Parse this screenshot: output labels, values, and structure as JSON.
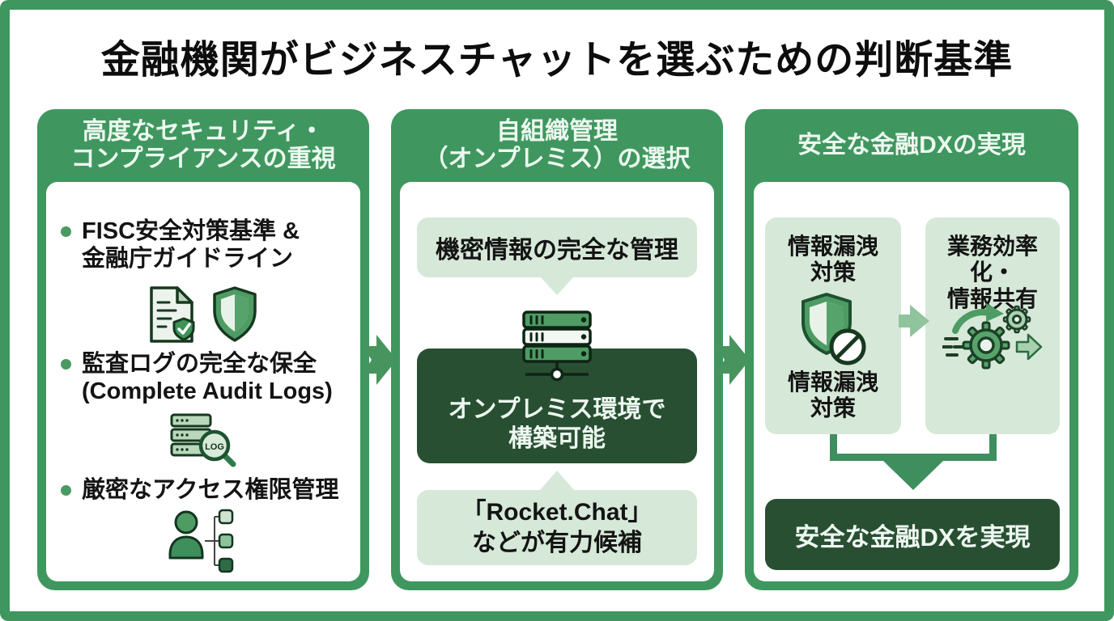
{
  "title": "金融機関がビジネスチャットを選ぶための判断基準",
  "palette": {
    "frame_green": "#3F975F",
    "dark_green": "#294F33",
    "light_green": "#D6E8D8",
    "icon_green": "#4E9C64",
    "text_dark": "#141414",
    "text_light": "#EDF8F0"
  },
  "columns": [
    {
      "header_lines": [
        "高度なセキュリティ・",
        "コンプライアンスの重視"
      ],
      "bullets": [
        {
          "lines": [
            "FISC安全対策基準 &",
            "金融庁ガイドライン"
          ]
        },
        {
          "lines": [
            "監査ログの完全な保全",
            "(Complete Audit Logs)"
          ]
        },
        {
          "lines": [
            "厳密なアクセス権限管理"
          ]
        }
      ],
      "log_badge": "LOG"
    },
    {
      "header_lines": [
        "自組織管理",
        "（オンプレミス）の選択"
      ],
      "top_bubble": "機密情報の完全な管理",
      "dark_box_lines": [
        "オンプレミス環境で",
        "構築可能"
      ],
      "bottom_bubble_lines": [
        "「Rocket.Chat」",
        "などが有力候補"
      ]
    },
    {
      "header_lines": [
        "安全な金融DXの実現"
      ],
      "left_card": {
        "title_lines": [
          "情報漏洩",
          "対策"
        ],
        "caption_lines": [
          "情報漏洩",
          "対策"
        ]
      },
      "right_card": {
        "title_lines": [
          "業務効率化・",
          "情報共有"
        ]
      },
      "result": "安全な金融DXを実現"
    }
  ]
}
